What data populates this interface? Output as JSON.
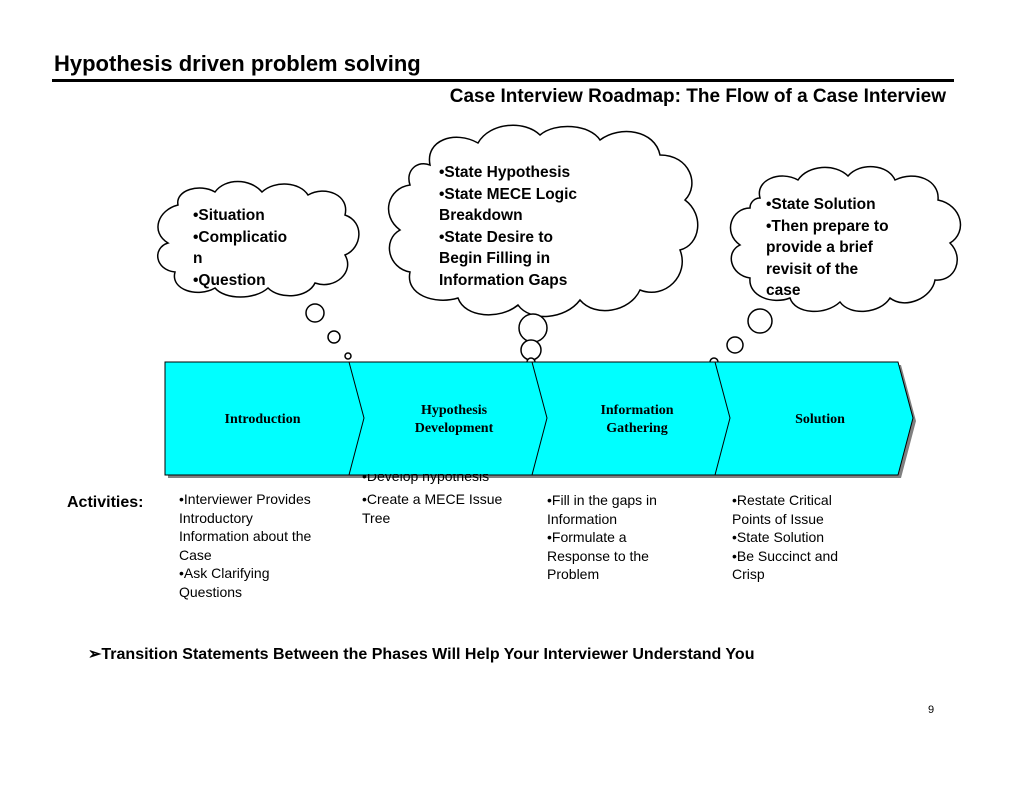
{
  "title": "Hypothesis driven problem solving",
  "subtitle": "Case Interview Roadmap:  The Flow of a Case Interview",
  "clouds": {
    "intro": [
      "•Situation",
      "•Complicatio",
      "n",
      "•Question"
    ],
    "hypothesis": [
      "•State Hypothesis",
      "•State MECE Logic",
      "Breakdown",
      "•State Desire to",
      "Begin Filling in",
      "Information Gaps"
    ],
    "solution": [
      "•State Solution",
      "•Then prepare to",
      "provide a brief",
      "revisit of the",
      "case"
    ]
  },
  "phases": [
    {
      "label": "Introduction"
    },
    {
      "label": "Hypothesis Development"
    },
    {
      "label": "Information Gathering"
    },
    {
      "label": "Solution"
    }
  ],
  "activities_label": "Activities:",
  "activities": {
    "introduction": [
      "•Interviewer Provides",
      "Introductory",
      "Information about the",
      "Case",
      "•Ask Clarifying",
      "Questions"
    ],
    "hypothesis_hidden": "•Develop hypothesis",
    "hypothesis": [
      "•Create a MECE Issue",
      "Tree"
    ],
    "information": [
      "•Fill in the gaps in",
      "Information",
      "•Formulate a",
      "Response to the",
      "Problem"
    ],
    "solution": [
      "•Restate Critical",
      "Points of Issue",
      "•State Solution",
      "•Be Succinct and",
      "Crisp"
    ]
  },
  "transition": "Transition Statements Between the Phases Will Help Your Interviewer Understand You",
  "transition_bullet": "➢",
  "page_number": "9",
  "colors": {
    "phase_fill": "#00ffff",
    "phase_shadow": "#808080",
    "text": "#000000"
  }
}
